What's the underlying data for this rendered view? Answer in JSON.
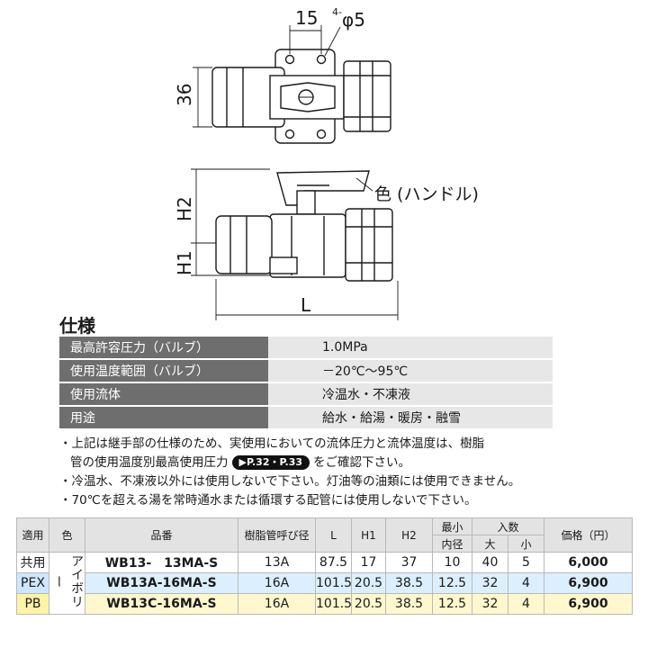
{
  "drawing": {
    "top_view": {
      "width_dim": "15",
      "hole_dim_prefix": "4-",
      "hole_dim": "φ5",
      "height_dim": "36"
    },
    "side_view": {
      "h2": "H2",
      "h1": "H1",
      "length": "L",
      "handle_callout": "色 (ハンドル)"
    }
  },
  "spec": {
    "title": "仕様",
    "rows": [
      {
        "label": "最高許容圧力（バルブ）",
        "value": "1.0MPa"
      },
      {
        "label": "使用温度範囲（バルブ）",
        "value": "－20℃～95℃"
      },
      {
        "label": "使用流体",
        "value": "冷温水・不凍液"
      },
      {
        "label": "用途",
        "value": "給水・給湯・暖房・融雪"
      }
    ]
  },
  "notes": {
    "n1_a": "・上記は継手部の仕様のため、実使用においての流体圧力と流体温度は、樹脂",
    "n1_b": "管の使用温度別最高使用圧力",
    "n1_pill": "▶P.32・P.33",
    "n1_c": "をご確認下さい。",
    "n2": "・冷温水、不凍液以外には使用しないで下さい。灯油等の油類には使用できません。",
    "n3": "・70℃を超える湯を常時通水または循環する配管には使用しないで下さい。"
  },
  "product_table": {
    "headers": {
      "usage": "適用",
      "color": "色",
      "part": "品番",
      "resin": "樹脂管呼び径",
      "l": "L",
      "h1": "H1",
      "h2": "H2",
      "min_top": "最小",
      "min_bottom": "内径",
      "qty": "入数",
      "qty_large": "大",
      "qty_small": "小",
      "price": "価格（円）"
    },
    "color_value": "アイボリー",
    "rows": [
      {
        "usage": "共用",
        "part": "WB13-　13MA-S",
        "resin": "13A",
        "l": "87.5",
        "h1": "17",
        "h2": "37",
        "min": "10",
        "large": "40",
        "small": "5",
        "price": "6,000"
      },
      {
        "usage": "PEX",
        "part": "WB13A-16MA-S",
        "resin": "16A",
        "l": "101.5",
        "h1": "20.5",
        "h2": "38.5",
        "min": "12.5",
        "large": "32",
        "small": "4",
        "price": "6,900"
      },
      {
        "usage": "PB",
        "part": "WB13C-16MA-S",
        "resin": "16A",
        "l": "101.5",
        "h1": "20.5",
        "h2": "38.5",
        "min": "12.5",
        "large": "32",
        "small": "4",
        "price": "6,900"
      }
    ]
  }
}
